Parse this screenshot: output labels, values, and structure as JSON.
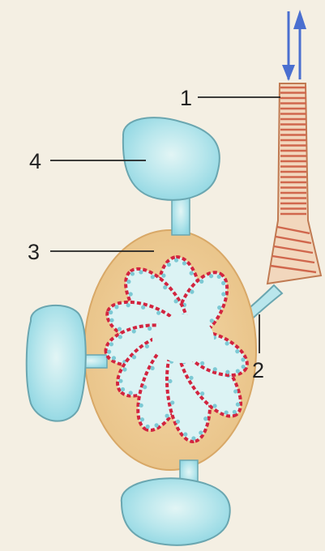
{
  "diagram": {
    "labels": [
      {
        "id": "trachea",
        "text": "1"
      },
      {
        "id": "bronchus",
        "text": "2"
      },
      {
        "id": "alveoli",
        "text": "3"
      },
      {
        "id": "air-sac",
        "text": "4"
      }
    ]
  },
  "colors": {
    "background": "#f4efe3",
    "sac_fill": "#a9e2ea",
    "sac_light": "#dcf3f4",
    "lung_fill": "#efcf9b",
    "lung_edge": "#d8a867",
    "capillary": "#d2243f",
    "alveolus_dot": "#7cc9d4",
    "trachea_ring": "#d0674d",
    "arrow": "#4a6fd0",
    "line": "#222222"
  }
}
